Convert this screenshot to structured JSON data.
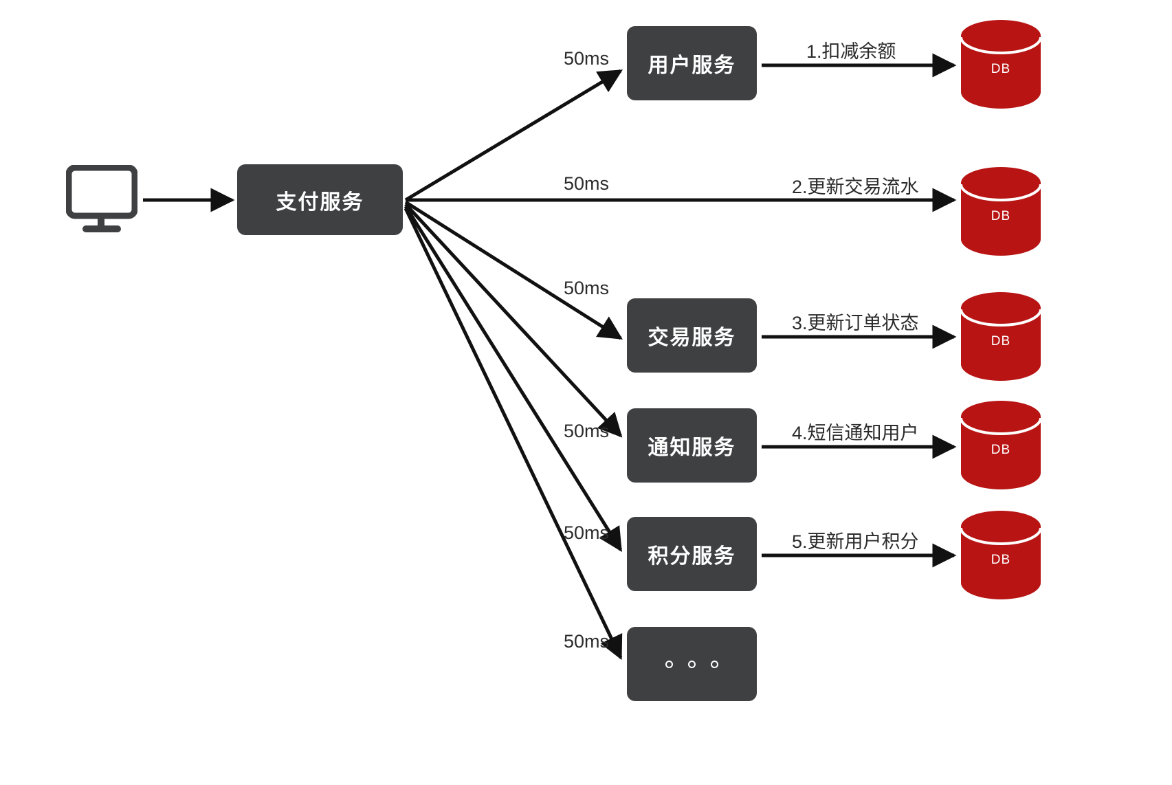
{
  "diagram": {
    "title": "payment-service-fanout",
    "colors": {
      "box": "#3e4042",
      "db": "#b81414",
      "db_dark": "#a01010",
      "line": "#111111",
      "text_dark": "#2b2b2b",
      "background": "#ffffff"
    },
    "client": {
      "icon": "monitor-icon"
    },
    "hub": {
      "label": "支付服务"
    },
    "latency_default": "50ms",
    "rows": [
      {
        "id": "row-1",
        "service_label": "用户服务",
        "latency": "50ms",
        "operation": "1.扣减余额",
        "db_label": "DB",
        "has_service": true
      },
      {
        "id": "row-2",
        "service_label": "",
        "latency": "50ms",
        "operation": "2.更新交易流水",
        "db_label": "DB",
        "has_service": false
      },
      {
        "id": "row-3",
        "service_label": "交易服务",
        "latency": "50ms",
        "operation": "3.更新订单状态",
        "db_label": "DB",
        "has_service": true
      },
      {
        "id": "row-4",
        "service_label": "通知服务",
        "latency": "50ms",
        "operation": "4.短信通知用户",
        "db_label": "DB",
        "has_service": true
      },
      {
        "id": "row-5",
        "service_label": "积分服务",
        "latency": "50ms",
        "operation": "5.更新用户积分",
        "db_label": "DB",
        "has_service": true
      },
      {
        "id": "row-6",
        "service_label": "",
        "latency": "50ms",
        "operation": "",
        "db_label": "",
        "has_service": true,
        "is_ellipsis": true
      }
    ]
  }
}
